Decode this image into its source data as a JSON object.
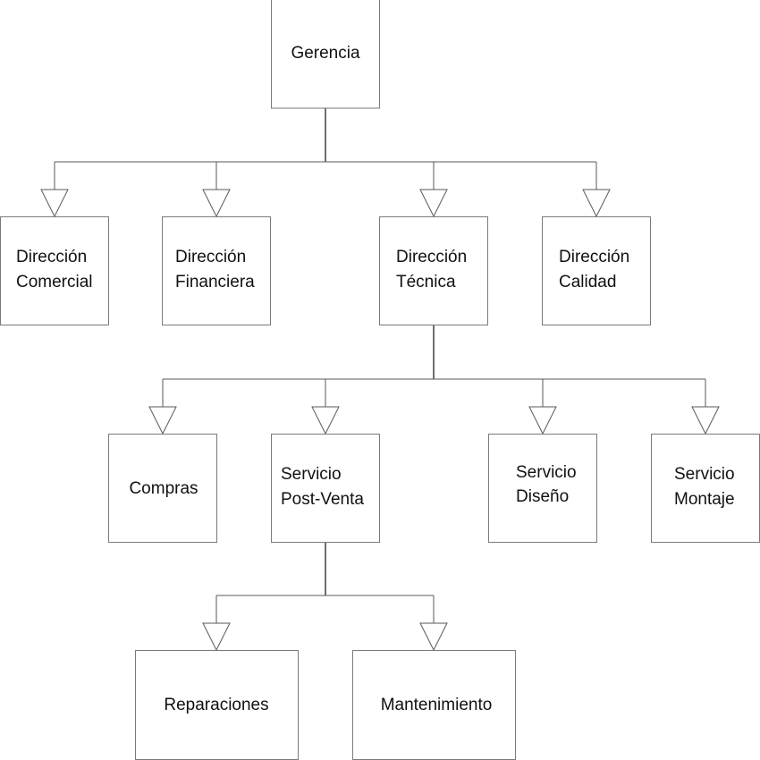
{
  "diagram": {
    "nodes": [
      {
        "id": "gerencia",
        "lines": [
          "Gerencia"
        ]
      },
      {
        "id": "direccion-comercial",
        "lines": [
          "Dirección",
          "Comercial"
        ]
      },
      {
        "id": "direccion-financiera",
        "lines": [
          "Dirección",
          "Financiera"
        ]
      },
      {
        "id": "direccion-tecnica",
        "lines": [
          "Dirección",
          "Técnica"
        ]
      },
      {
        "id": "direccion-calidad",
        "lines": [
          "Dirección",
          "Calidad"
        ]
      },
      {
        "id": "compras",
        "lines": [
          "Compras"
        ]
      },
      {
        "id": "servicio-post-venta",
        "lines": [
          "Servicio",
          "Post-Venta"
        ]
      },
      {
        "id": "servicio-diseno",
        "lines": [
          "Servicio",
          "Diseño"
        ]
      },
      {
        "id": "servicio-montaje",
        "lines": [
          "Servicio",
          "Montaje"
        ]
      },
      {
        "id": "reparaciones",
        "lines": [
          "Reparaciones"
        ]
      },
      {
        "id": "mantenimiento",
        "lines": [
          "Mantenimiento"
        ]
      }
    ],
    "edges": [
      {
        "from": "gerencia",
        "to": "direccion-comercial"
      },
      {
        "from": "gerencia",
        "to": "direccion-financiera"
      },
      {
        "from": "gerencia",
        "to": "direccion-tecnica"
      },
      {
        "from": "gerencia",
        "to": "direccion-calidad"
      },
      {
        "from": "direccion-tecnica",
        "to": "compras"
      },
      {
        "from": "direccion-tecnica",
        "to": "servicio-post-venta"
      },
      {
        "from": "direccion-tecnica",
        "to": "servicio-diseno"
      },
      {
        "from": "direccion-tecnica",
        "to": "servicio-montaje"
      },
      {
        "from": "servicio-post-venta",
        "to": "reparaciones"
      },
      {
        "from": "servicio-post-venta",
        "to": "mantenimiento"
      }
    ]
  }
}
